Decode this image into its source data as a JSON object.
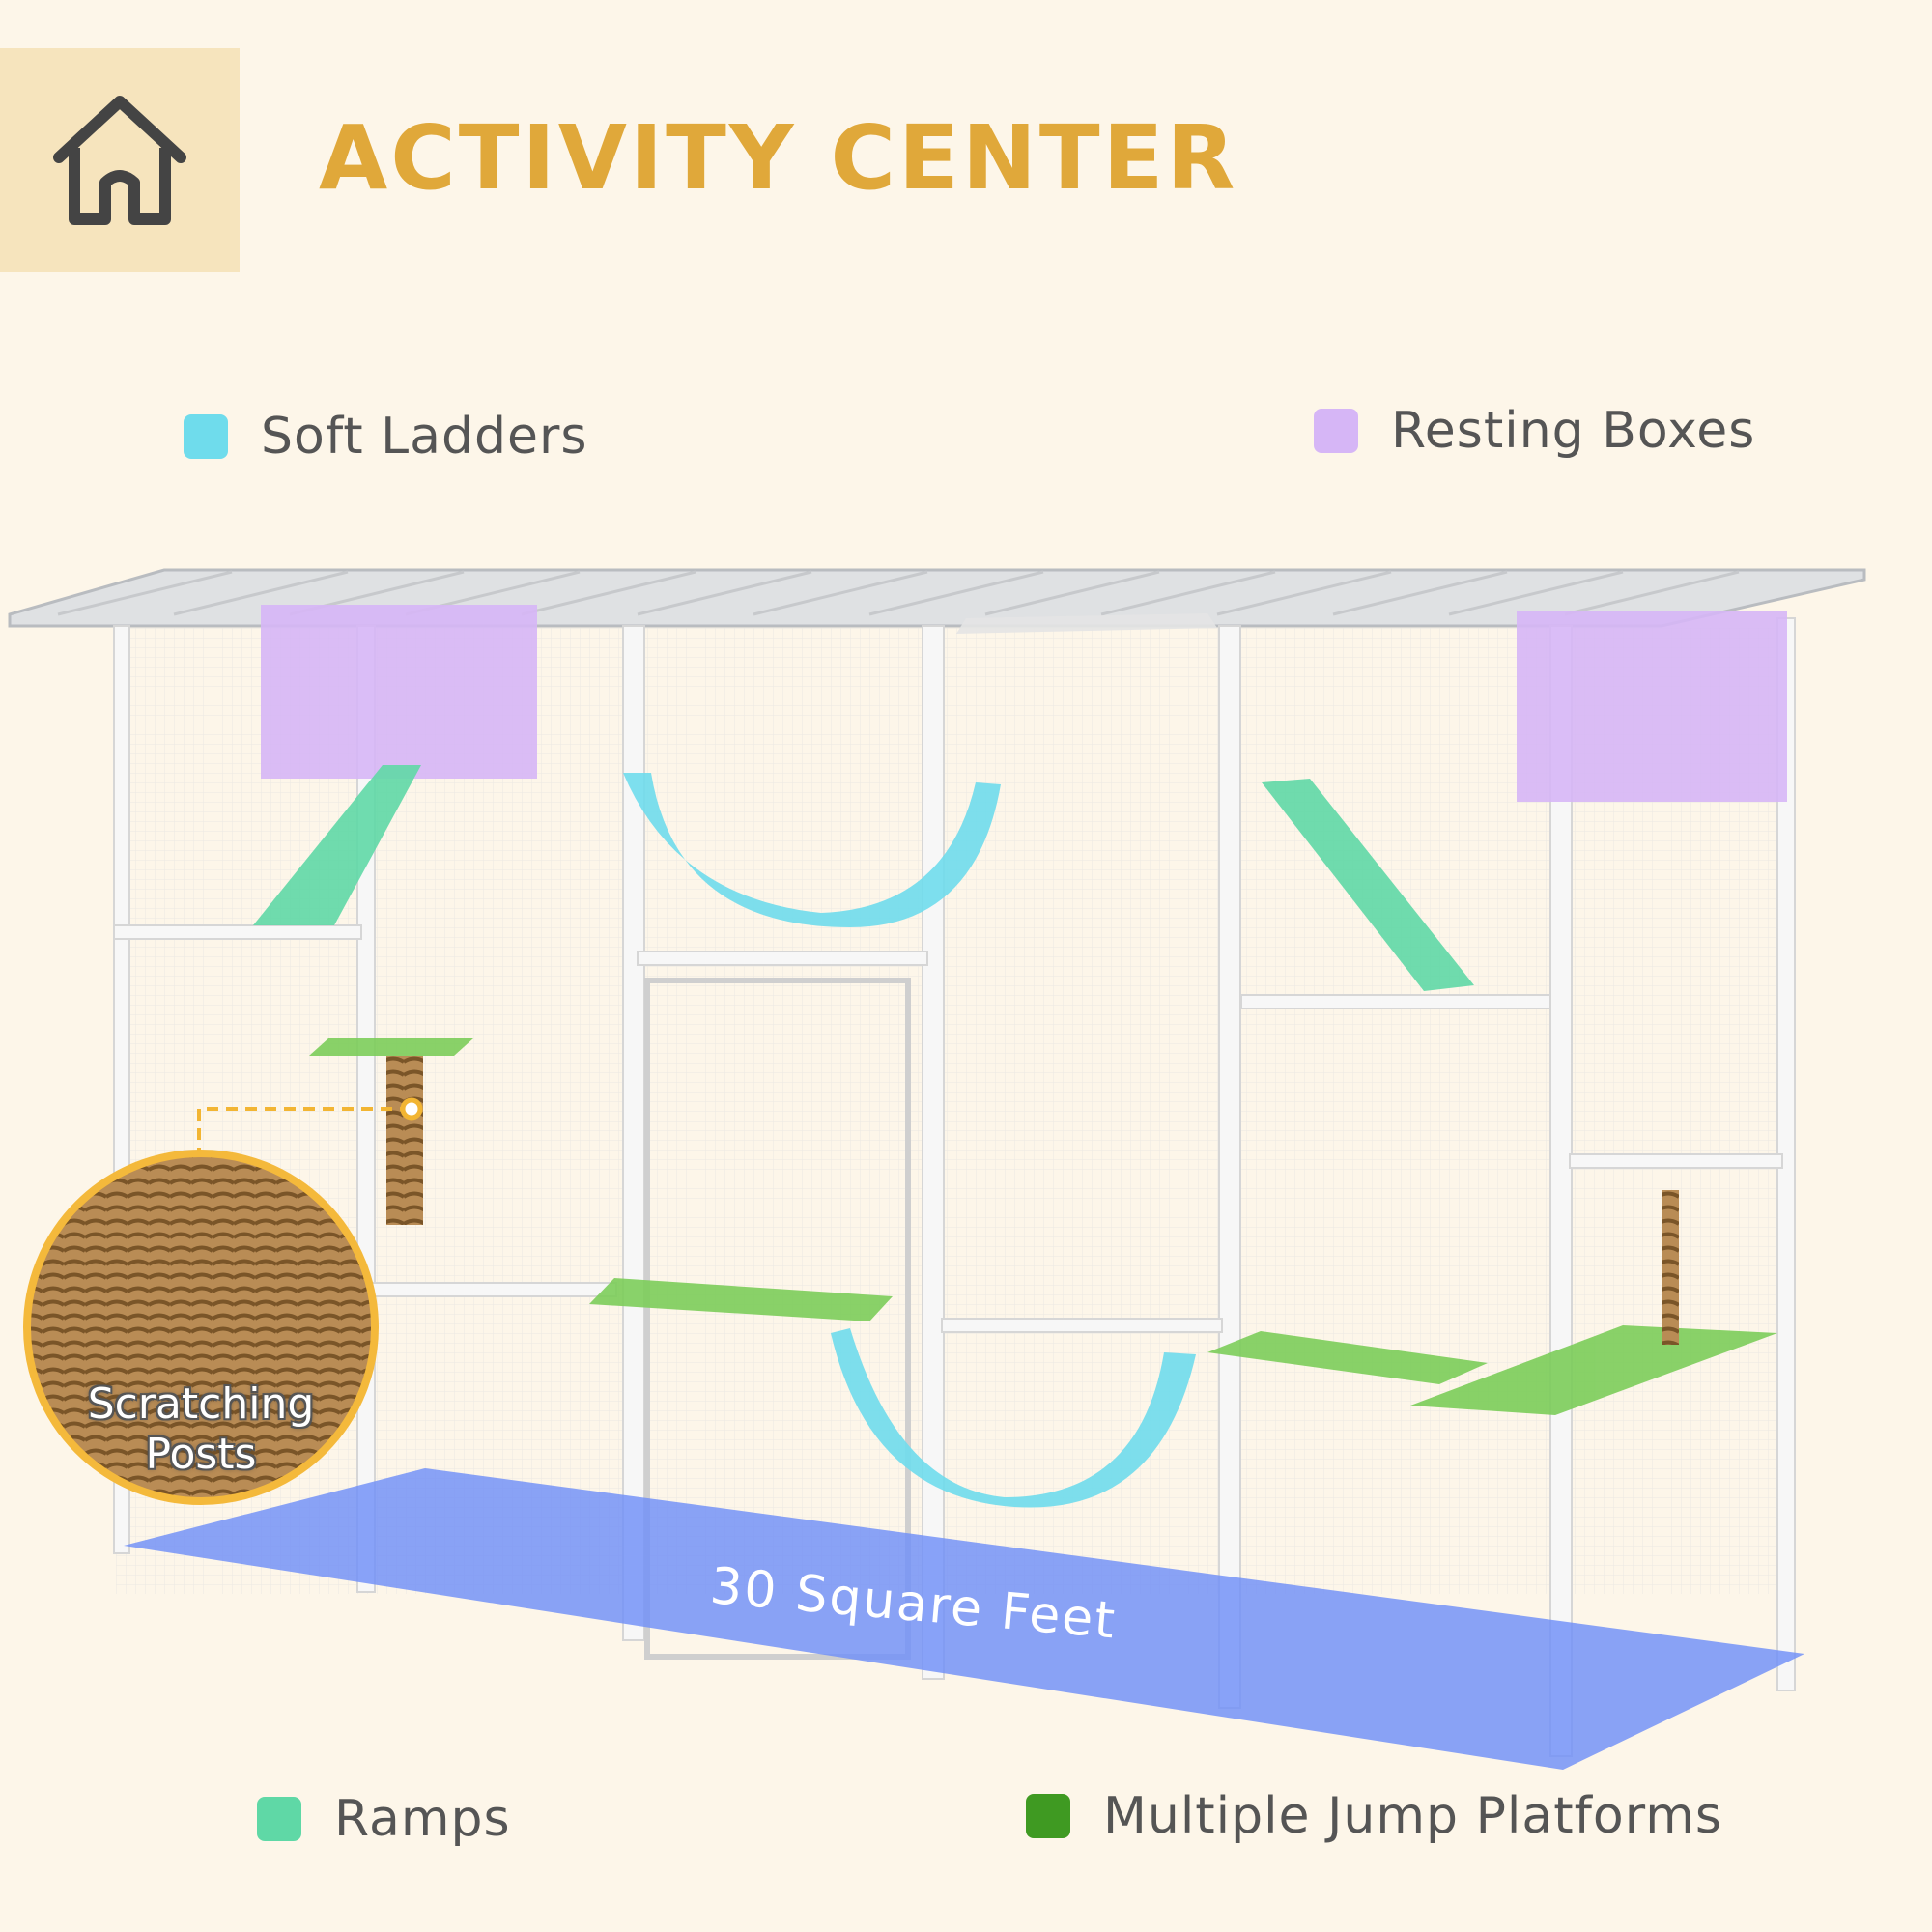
{
  "header": {
    "title": "ACTIVITY CENTER",
    "icon": "house-icon"
  },
  "legend": {
    "soft_ladders": {
      "label": "Soft Ladders",
      "color": "#6fdcec"
    },
    "resting_boxes": {
      "label": "Resting Boxes",
      "color": "#d6b6f6"
    },
    "ramps": {
      "label": "Ramps",
      "color": "#5fd8a6"
    },
    "jump_platforms": {
      "label": "Multiple Jump Platforms",
      "color": "#3f9a22"
    }
  },
  "callouts": {
    "scratching_posts": "Scratching Posts",
    "floor_area": "30 Square Feet"
  },
  "colors": {
    "background": "#fdf6e9",
    "badge": "#f6e4bd",
    "title": "#e0a83a",
    "floor": "#6f8ff8"
  }
}
